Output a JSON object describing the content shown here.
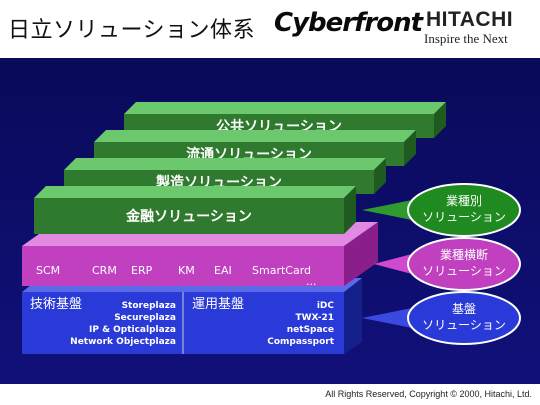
{
  "header": {
    "title": "日立ソリューション体系",
    "cyberfront_logo": "Cyberfront",
    "hitachi_logo": "HITACHI",
    "hitachi_tagline": "Inspire the Next"
  },
  "layers": {
    "green": [
      "公共ソリューション",
      "流通ソリューション",
      "製造ソリューション",
      "金融ソリューション"
    ],
    "magenta": {
      "items": [
        "SCM",
        "CRM",
        "ERP",
        "KM",
        "EAI",
        "SmartCard"
      ],
      "ellipsis": "..."
    },
    "blue_left": {
      "title": "技術基盤",
      "items": [
        "Storeplaza",
        "Secureplaza",
        "IP & Opticalplaza",
        "Network Objectplaza"
      ]
    },
    "blue_right": {
      "title": "運用基盤",
      "items": [
        "iDC",
        "TWX-21",
        "netSpace",
        "Compassport"
      ]
    }
  },
  "callouts": [
    {
      "line1": "業種別",
      "line2": "ソリューション"
    },
    {
      "line1": "業種横断",
      "line2": "ソリューション"
    },
    {
      "line1": "基盤",
      "line2": "ソリューション"
    }
  ],
  "footer": "All Rights Reserved, Copyright © 2000, Hitachi, Ltd.",
  "colors": {
    "background": "#0a0a5a",
    "green_front": "#2f7a2f",
    "green_top": "#6cc86c",
    "green_side": "#1f5a1f",
    "magenta_front": "#c040c0",
    "magenta_top": "#e28ae2",
    "magenta_side": "#8a1e8a",
    "blue_front": "#2a3ad8",
    "blue_top": "#5a6ae8",
    "blue_side": "#16208a"
  }
}
